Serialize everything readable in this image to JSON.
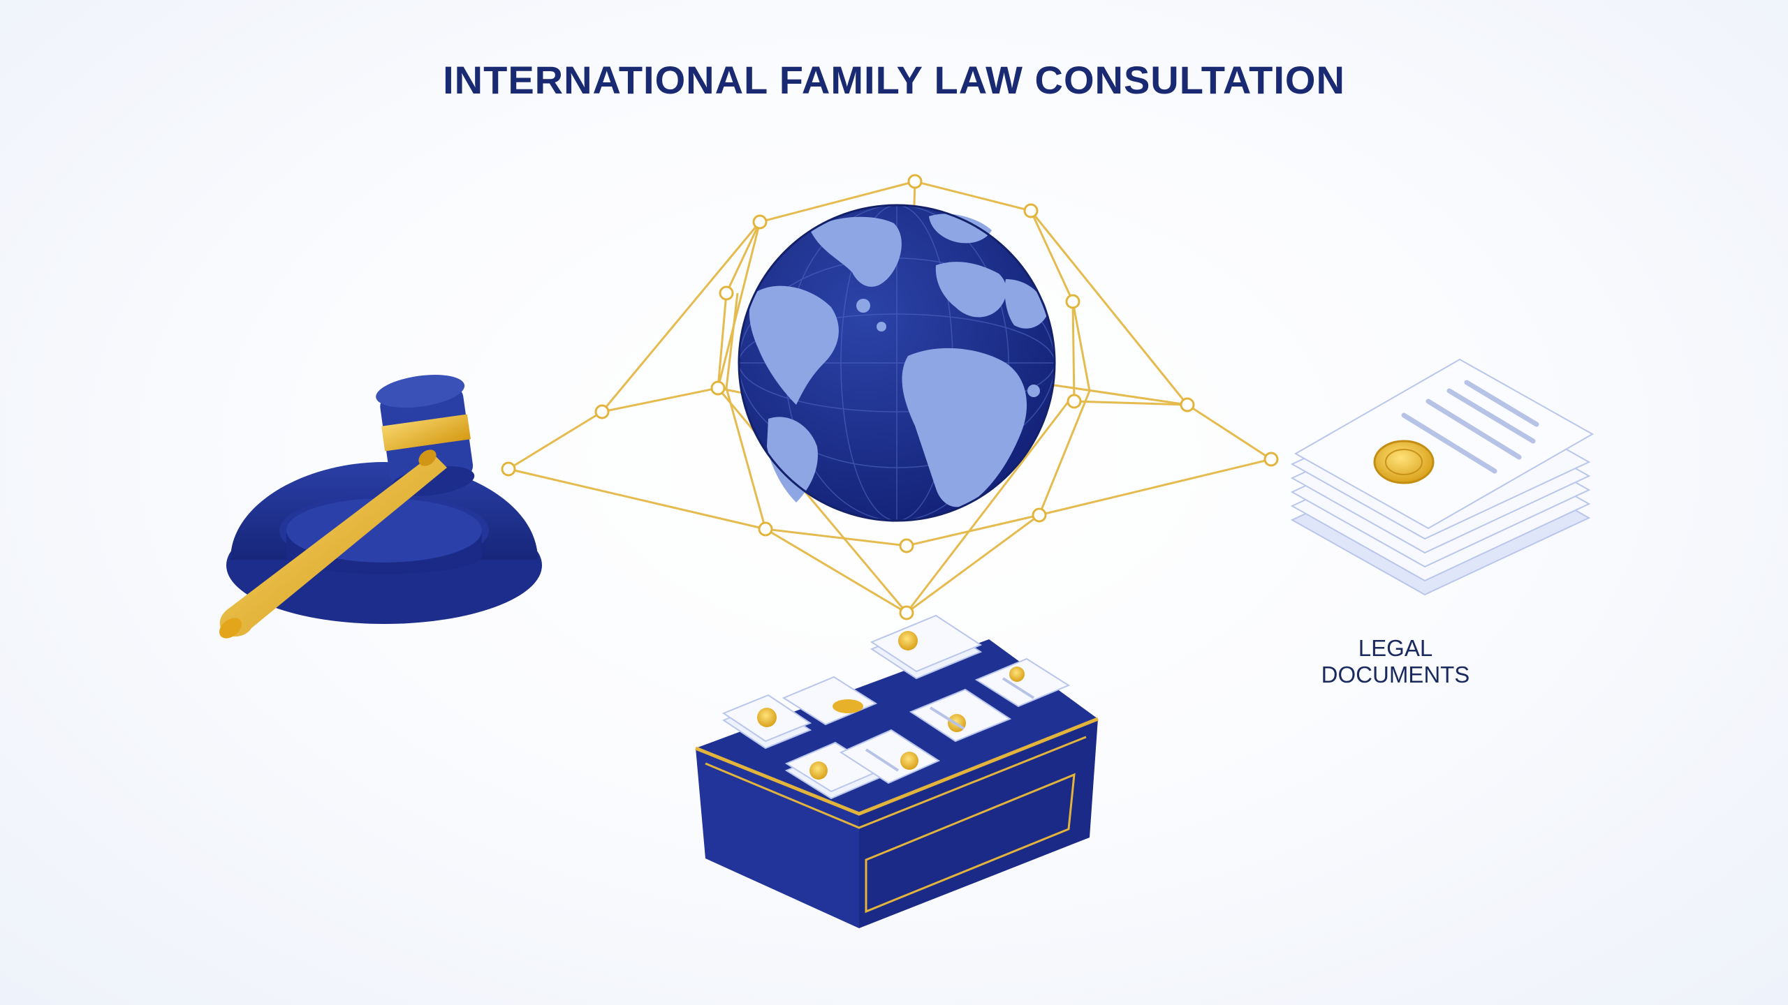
{
  "title": "INTERNATIONAL FAMILY LAW CONSULTATION",
  "labels": {
    "legal_documents": "LEGAL DOCUMENTS"
  },
  "colors": {
    "navy": "#1f3192",
    "navy_dark": "#16236b",
    "gold": "#e7b22a",
    "globe_land": "#8ea6e4",
    "paper": "#f7f9ff",
    "title_text": "#1a2a72"
  },
  "icons": [
    "gavel-icon",
    "globe-icon",
    "network-lines",
    "document-stack-icon",
    "desk-icon",
    "seal-icon"
  ]
}
